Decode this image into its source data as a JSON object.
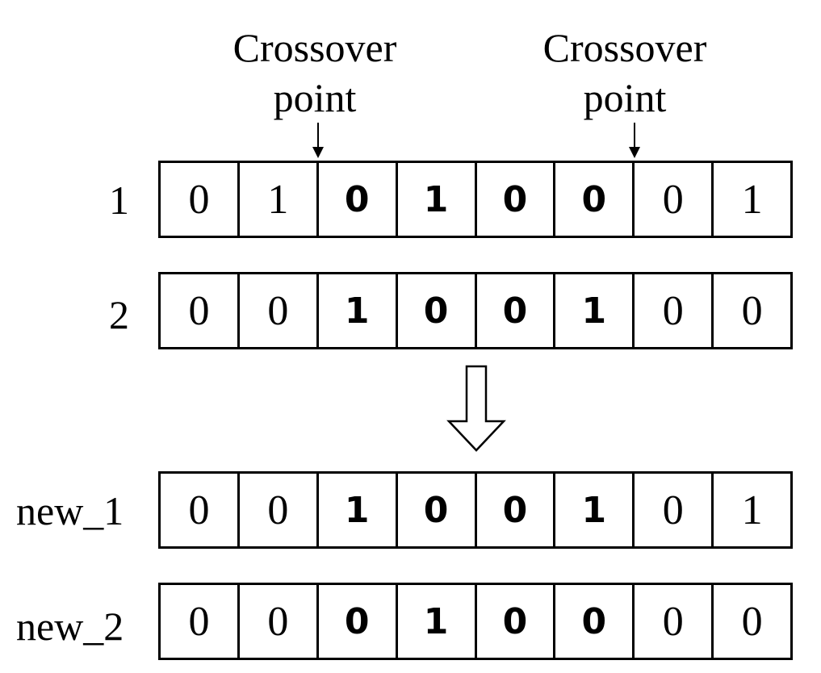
{
  "crossover_points": [
    {
      "line1": "Crossover",
      "line2": "point"
    },
    {
      "line1": "Crossover",
      "line2": "point"
    }
  ],
  "parents": [
    {
      "label": "1",
      "genes": [
        "0",
        "1",
        "0",
        "1",
        "0",
        "0",
        "0",
        "1"
      ]
    },
    {
      "label": "2",
      "genes": [
        "0",
        "0",
        "1",
        "0",
        "0",
        "1",
        "0",
        "0"
      ]
    }
  ],
  "offspring": [
    {
      "label": "new_1",
      "genes": [
        "0",
        "0",
        "1",
        "0",
        "0",
        "1",
        "0",
        "1"
      ]
    },
    {
      "label": "new_2",
      "genes": [
        "0",
        "0",
        "0",
        "1",
        "0",
        "0",
        "0",
        "0"
      ]
    }
  ],
  "crossover_segment": {
    "start_index": 2,
    "end_index": 5
  }
}
